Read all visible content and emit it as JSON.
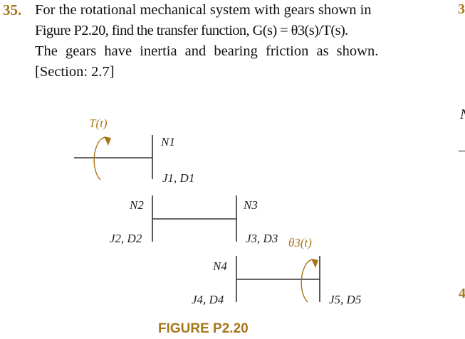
{
  "problem": {
    "number": "35.",
    "lines": [
      "For the rotational mechanical system with gears shown in",
      "Figure P2.20, find the transfer function, G(s) = θ3(s)/T(s).",
      "The gears have inertia and bearing friction as shown.",
      "[Section: 2.7]"
    ]
  },
  "edge_fragments": {
    "top": "3",
    "mid": "N",
    "dash": "—",
    "bottom": "4"
  },
  "figure": {
    "caption": "FIGURE P2.20",
    "input_label": "T(t)",
    "output_label": "θ3(t)",
    "labels": {
      "n1": "N1",
      "jd1": "J1, D1",
      "n2": "N2",
      "jd2": "J2, D2",
      "n3": "N3",
      "jd3": "J3, D3",
      "n4": "N4",
      "jd4": "J4, D4",
      "jd5": "J5, D5"
    },
    "accent_color": "#a8761a"
  }
}
